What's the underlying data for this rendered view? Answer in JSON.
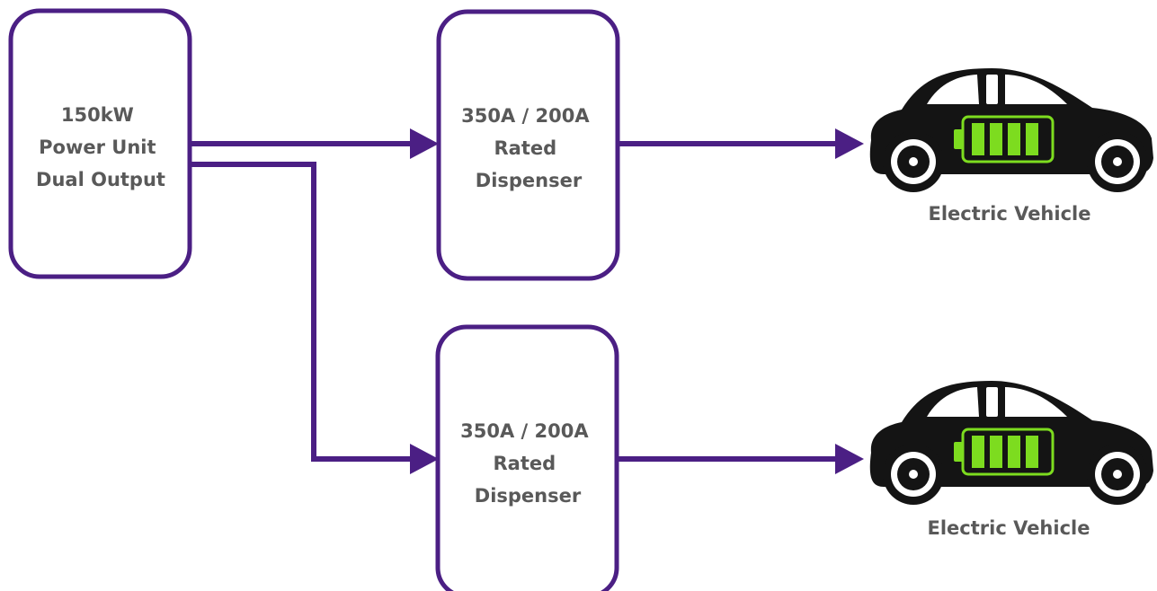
{
  "colors": {
    "accent": "#4b1f84",
    "text": "#595959",
    "battery": "#7ddc1f",
    "car": "#141414"
  },
  "power_unit": {
    "lines": [
      "150kW",
      "Power Unit",
      "Dual Output"
    ]
  },
  "dispensers": [
    {
      "lines": [
        "350A / 200A",
        "Rated",
        "Dispenser"
      ]
    },
    {
      "lines": [
        "350A / 200A",
        "Rated",
        "Dispenser"
      ]
    }
  ],
  "vehicles": [
    {
      "label": "Electric Vehicle",
      "icon": "electric-car-icon"
    },
    {
      "label": "Electric Vehicle",
      "icon": "electric-car-icon"
    }
  ]
}
